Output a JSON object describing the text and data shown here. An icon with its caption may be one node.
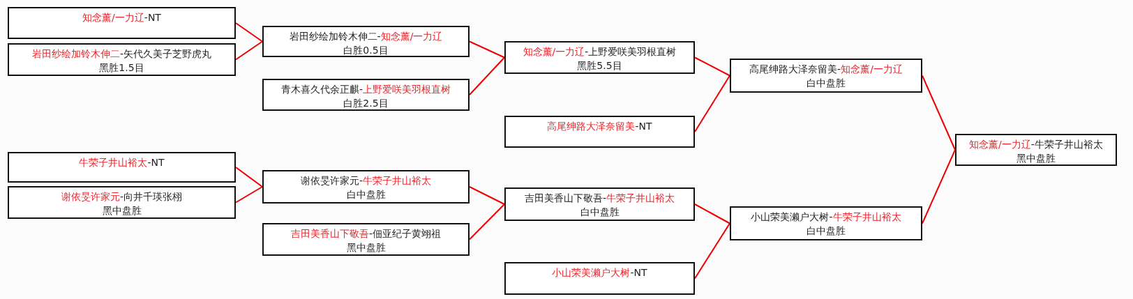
{
  "diagram": {
    "nodes": [
      {
        "text": [
          "知念薰/一力辽",
          "-",
          "NT"
        ]
      },
      {
        "text": [
          "岩田纱绘加铃木伸二",
          "-",
          "矢代久美子芝野虎丸",
          "黑胜1.5目"
        ]
      },
      {
        "text": [
          "岩田纱绘加铃木伸二",
          "-",
          "知念薰/一力辽",
          "白胜0.5目"
        ]
      },
      {
        "text": [
          "青木喜久代余正麒",
          "-",
          "上野爱咲美羽根直树",
          "白胜2.5目"
        ]
      },
      {
        "text": [
          "知念薰/一力辽",
          "-",
          "上野爱咲美羽根直树",
          "黑胜5.5目"
        ]
      },
      {
        "text": [
          "高尾绅路大泽奈留美",
          "-",
          "NT"
        ]
      },
      {
        "text": [
          "高尾绅路大泽奈留美",
          "-",
          "知念薰/一力辽",
          "白中盘胜"
        ]
      },
      {
        "text": [
          "知念薰/一力辽",
          "-",
          "牛荣子井山裕太",
          "黑中盘胜"
        ]
      },
      {
        "text": [
          "牛荣子井山裕太",
          "-",
          "NT"
        ]
      },
      {
        "text": [
          "谢依旻许家元",
          "-",
          "向井千瑛张栩",
          "黑中盘胜"
        ]
      },
      {
        "text": [
          "谢依旻许家元",
          "-",
          "牛荣子井山裕太",
          "白中盘胜"
        ]
      },
      {
        "text": [
          "吉田美香山下敬吾",
          "-",
          "佃亚纪子黄翊祖",
          "黑中盘胜"
        ]
      },
      {
        "text": [
          "吉田美香山下敬吾",
          "-",
          "牛荣子井山裕太",
          "白中盘胜"
        ]
      },
      {
        "text": [
          "小山荣美濑户大树",
          "-",
          "牛荣子井山裕太",
          "白中盘胜"
        ]
      },
      {
        "text": [
          "小山荣美濑户大树",
          "-",
          "NT"
        ]
      }
    ],
    "edges": [
      {
        "from": 0,
        "to": 2,
        "arrow": "none"
      },
      {
        "from": 1,
        "to": 2,
        "arrow": "none"
      },
      {
        "from": 2,
        "to": 4,
        "arrow": "none"
      },
      {
        "from": 3,
        "to": 4,
        "arrow": "none"
      },
      {
        "from": 4,
        "to": 6,
        "arrow": "none"
      },
      {
        "from": 5,
        "to": 6,
        "arrow": "none"
      },
      {
        "from": 6,
        "to": 7,
        "arrow": "none"
      },
      {
        "from": 8,
        "to": 10,
        "arrow": "none"
      },
      {
        "from": 9,
        "to": 10,
        "arrow": "none"
      },
      {
        "from": 10,
        "to": 12,
        "arrow": "none"
      },
      {
        "from": 11,
        "to": 12,
        "arrow": "none"
      },
      {
        "from": 12,
        "to": 13,
        "arrow": "none"
      },
      {
        "from": 14,
        "to": 13,
        "arrow": "none"
      },
      {
        "from": 13,
        "to": 7,
        "arrow": "none"
      }
    ]
  }
}
